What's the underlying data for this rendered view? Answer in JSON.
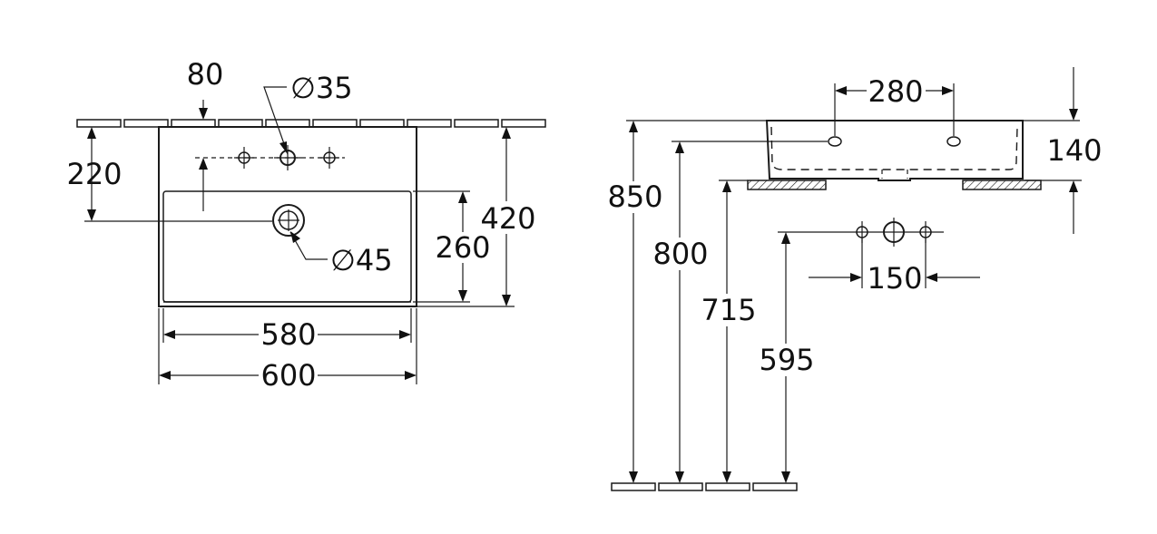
{
  "top_view": {
    "tap_offset": "80",
    "tap_hole": "∅35",
    "tap_height": "220",
    "waste_hole": "∅45",
    "inner_depth": "260",
    "total_depth": "420",
    "inner_width": "580",
    "total_width": "600"
  },
  "side_view": {
    "tap_spacing": "280",
    "basin_height": "140",
    "top_height": "850",
    "tap_hole_height": "800",
    "bracket_height": "715",
    "waste_height": "595",
    "waste_spacing": "150"
  }
}
